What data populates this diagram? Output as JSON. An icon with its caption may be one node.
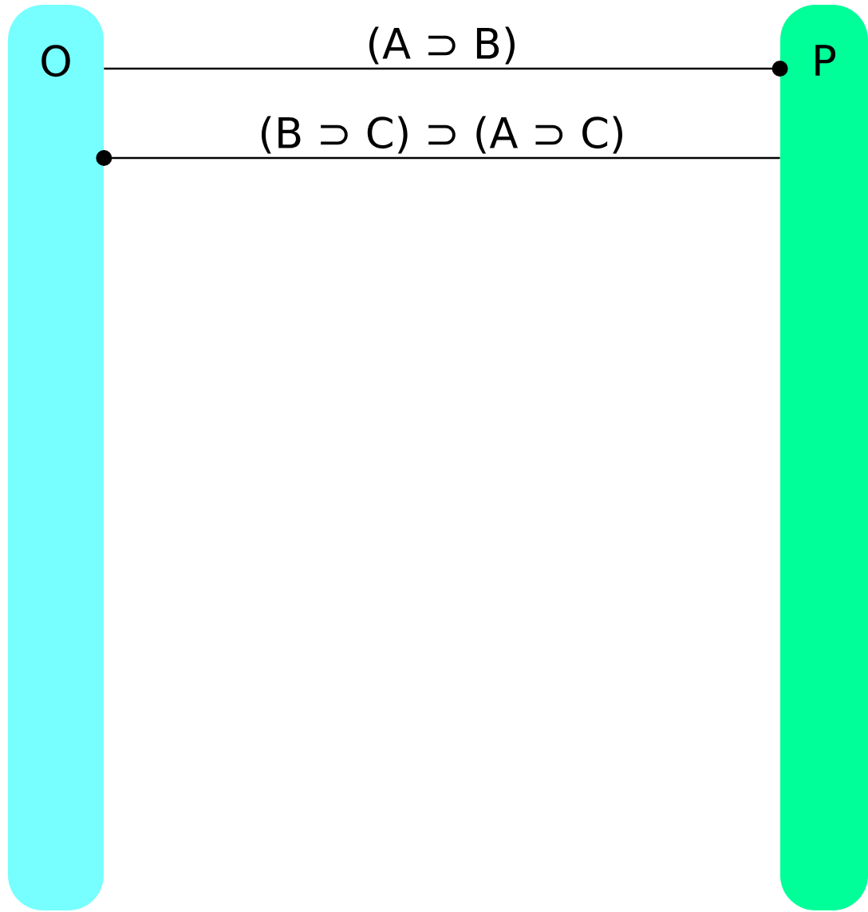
{
  "diagram": {
    "nodes": [
      {
        "text": [
          "O"
        ]
      },
      {
        "text": [
          "P"
        ]
      }
    ],
    "edges": [
      {
        "from": 0,
        "to": 1,
        "arrow": "other",
        "label": "(A ⊃ B)"
      },
      {
        "from": 1,
        "to": 0,
        "arrow": "other",
        "label": "(B ⊃ C) ⊃ (A ⊃ C)"
      }
    ]
  }
}
